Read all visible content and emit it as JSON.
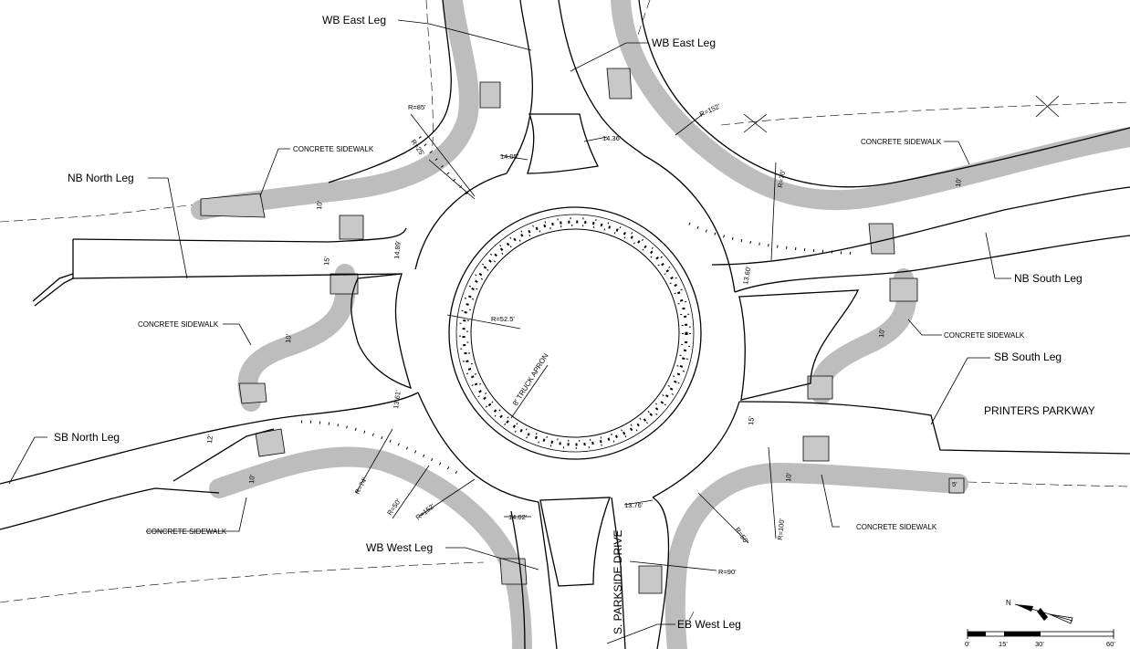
{
  "leg_labels": {
    "wb_east_1": "WB East Leg",
    "wb_east_2": "WB East Leg",
    "nb_north": "NB North Leg",
    "nb_south": "NB South Leg",
    "sb_south": "SB South Leg",
    "sb_north": "SB North Leg",
    "wb_west": "WB West Leg",
    "eb_west": "EB West Leg"
  },
  "street_names": {
    "printers_parkway": "PRINTERS PARKWAY",
    "parkside_drive": "S. PARKSIDE DRIVE"
  },
  "notes": {
    "sidewalk_nw": "CONCRETE SIDEWALK",
    "sidewalk_ne": "CONCRETE SIDEWALK",
    "sidewalk_w": "CONCRETE SIDEWALK",
    "sidewalk_e": "CONCRETE SIDEWALK",
    "sidewalk_sw": "CONCRETE SIDEWALK",
    "sidewalk_se": "CONCRETE SIDEWALK",
    "truck_apron": "8' TRUCK APRON"
  },
  "dimensions": {
    "r85": "R=85'",
    "r25": "R=25'",
    "d1405a": "14.05'",
    "d1436": "14.36'",
    "r152a": "R=152'",
    "r70": "R=70'",
    "d1489": "14.89'",
    "d15a": "15'",
    "d10a": "10'",
    "d10b": "10'",
    "d10c": "10'",
    "d10d": "10'",
    "d10e": "10'",
    "d10f": "10'",
    "d1360a": "13.60'",
    "r525": "R=52.5'",
    "d1361": "13.61'",
    "d12": "12'",
    "d15b": "15'",
    "r74": "R=74'",
    "r50a": "R=50'",
    "r152b": "R=152'",
    "d1402": "14.02'",
    "d1376": "13.76'",
    "r50b": "R=50'",
    "r100": "R=100'",
    "r90": "R=90'",
    "d5": "5'"
  },
  "scale_bar": {
    "ticks": [
      "0'",
      "15'",
      "30'",
      "60'"
    ]
  }
}
